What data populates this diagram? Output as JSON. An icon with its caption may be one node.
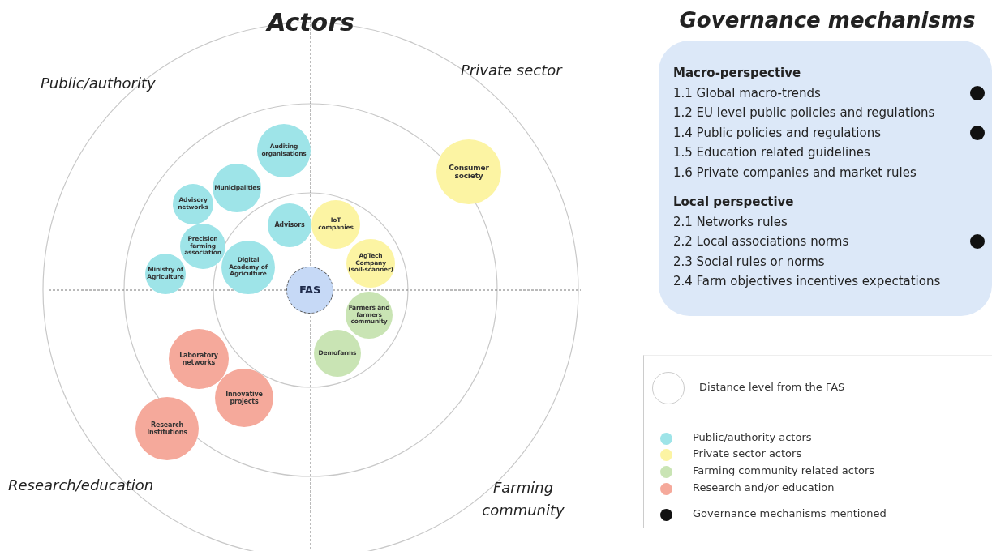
{
  "diagram": {
    "nodes": [
      {
        "text": [
          "FAS"
        ]
      },
      {
        "text": [
          "Auditing organisations"
        ]
      },
      {
        "text": [
          "Municipalities"
        ]
      },
      {
        "text": [
          "Advisory networks"
        ]
      },
      {
        "text": [
          "Precision farming association"
        ]
      },
      {
        "text": [
          "Ministry of Agriculture"
        ]
      },
      {
        "text": [
          "Advisors"
        ]
      },
      {
        "text": [
          "Digital Academy of Agriculture"
        ]
      },
      {
        "text": [
          "IoT companies"
        ]
      },
      {
        "text": [
          "AgTech Company (soil-scanner)"
        ]
      },
      {
        "text": [
          "Consumer society"
        ]
      },
      {
        "text": [
          "Farmers and farmers community"
        ]
      },
      {
        "text": [
          "Demofarms"
        ]
      },
      {
        "text": [
          "Laboratory networks"
        ]
      },
      {
        "text": [
          "Innovative projects"
        ]
      },
      {
        "text": [
          "Research Institutions"
        ]
      },
      {
        "text": [
          "Macro-perspective",
          "1.1 Global macro-trends",
          "1.2 EU level public policies and regulations",
          "1.4 Public policies and regulations",
          "1.5 Education related guidelines",
          "1.6 Private companies and market rules",
          "Local perspective",
          "2.1 Networks rules",
          "2.2 Local associations norms",
          "2.3 Social rules or norms",
          "2.4 Farm objectives incentives expectations"
        ]
      }
    ],
    "edges": [],
    "labels": [
      "Actors",
      "Governance mechanisms",
      "Public/authority",
      "Private sector",
      "Research/education",
      "Farming community"
    ],
    "legend": [
      {
        "text": "Distance level from the FAS"
      },
      {
        "text": "Public/authority actors",
        "color": "#9ee4e8"
      },
      {
        "text": "Private sector actors",
        "color": "#fcf4a3"
      },
      {
        "text": "Farming community related actors",
        "color": "#c9e4b4"
      },
      {
        "text": "Research and/or education",
        "color": "#f5a99b"
      },
      {
        "text": "Governance mechanisms mentioned",
        "color": "#111111"
      }
    ]
  }
}
